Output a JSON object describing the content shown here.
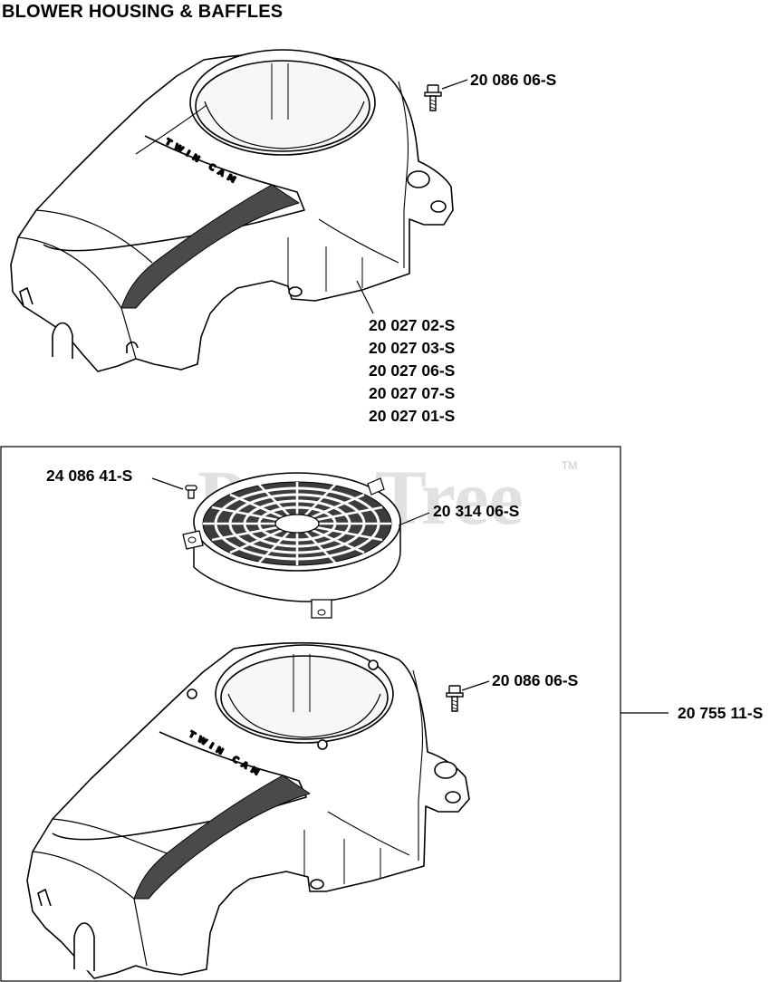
{
  "title": "BLOWER HOUSING & BAFFLES",
  "watermark": {
    "text": "PartsTree",
    "mark": "TM"
  },
  "housing_emboss": "TWIN CAM",
  "labels": {
    "top_bolt": "20 086 06-S",
    "housing_variants": [
      "20 027 02-S",
      "20 027 03-S",
      "20 027 06-S",
      "20 027 07-S",
      "20 027 01-S"
    ],
    "screw": "24 086 41-S",
    "screen": "20 314 06-S",
    "kit_bolt": "20 086 06-S",
    "kit": "20 755 11-S"
  }
}
